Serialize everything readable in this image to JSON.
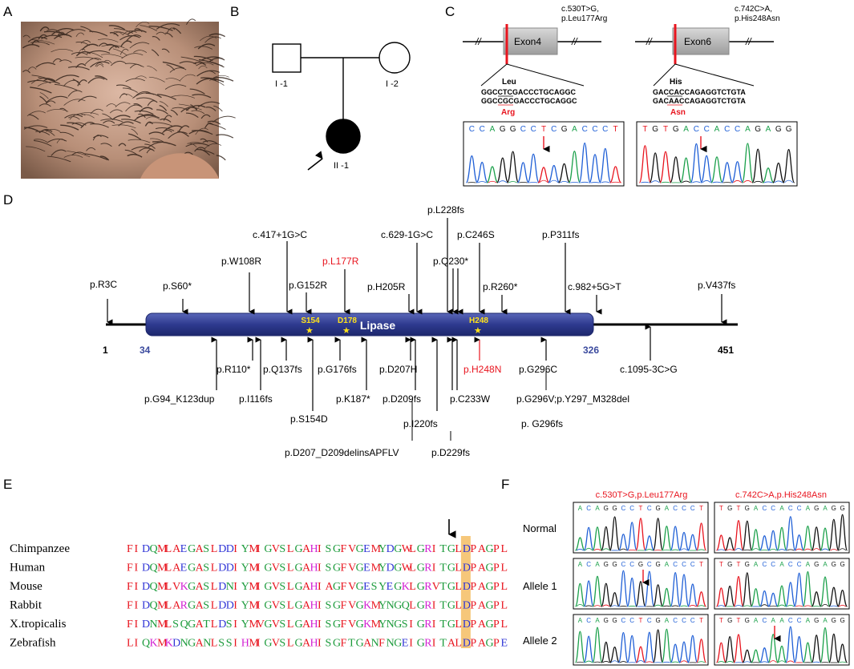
{
  "panels": {
    "A": {
      "label": "A"
    },
    "B": {
      "label": "B",
      "individuals": [
        {
          "id": "I -1",
          "sex": "male",
          "affected": false
        },
        {
          "id": "I -2",
          "sex": "female",
          "affected": false
        },
        {
          "id": "II -1",
          "sex": "female",
          "affected": true,
          "proband": true
        }
      ]
    },
    "C": {
      "label": "C",
      "variants": [
        {
          "exon": "Exon4",
          "annotation": [
            "c.530T>G,",
            "p.Leu177Arg"
          ],
          "wt_aa": "Leu",
          "mut_aa": "Arg",
          "wt_seq": "GGCCTCGACCCTGCAGGC",
          "mut_seq": "GGCCGCGACCCTGCAGGC",
          "trace_bases": "CCAGGCCTCGACCCT"
        },
        {
          "exon": "Exon6",
          "annotation": [
            "c.742C>A,",
            "p.His248Asn"
          ],
          "wt_aa": "His",
          "mut_aa": "Asn",
          "wt_seq": "GACCACCAGAGGTCTGTA",
          "mut_seq": "GACAACCAGAGGTCTGTA",
          "trace_bases": "TGTGACCACCAGAGG"
        }
      ]
    },
    "D": {
      "label": "D",
      "protein": {
        "domain": "Lipase",
        "start": "1",
        "domain_start": "34",
        "domain_end": "326",
        "end": "451",
        "active_sites": [
          "S154",
          "D178",
          "H248"
        ]
      },
      "above": [
        {
          "label": "p.R3C",
          "pos": 3,
          "highlight": false,
          "stem": "short"
        },
        {
          "label": "p.S60*",
          "pos": 60,
          "highlight": false,
          "stem": "short"
        },
        {
          "label": "p.W108R",
          "pos": 108,
          "highlight": false,
          "stem": "mid"
        },
        {
          "label": "c.417+1G>C",
          "pos": 139,
          "highlight": false,
          "stem": "long"
        },
        {
          "label": "p.G152R",
          "pos": 152,
          "highlight": false,
          "stem": "short"
        },
        {
          "label": "p.L177R",
          "pos": 177,
          "highlight": true,
          "stem": "mid"
        },
        {
          "label": "p.H205R",
          "pos": 203,
          "highlight": false,
          "stem": "short"
        },
        {
          "label": "c.629-1G>C",
          "pos": 210,
          "highlight": false,
          "stem": "long"
        },
        {
          "label": "p.L228fs",
          "pos": 228,
          "highlight": false,
          "stem": "xlong"
        },
        {
          "label": "p.Q230*",
          "pos": 232,
          "highlight": false,
          "stem": "mid"
        },
        {
          "label": "p.C246S",
          "pos": 246,
          "highlight": false,
          "stem": "long"
        },
        {
          "label": "p.R260*",
          "pos": 260,
          "highlight": false,
          "stem": "short"
        },
        {
          "label": "p.P311fs",
          "pos": 311,
          "highlight": false,
          "stem": "long"
        },
        {
          "label": "c.982+5G>T",
          "pos": 328,
          "highlight": false,
          "stem": "short"
        },
        {
          "label": "p.V437fs",
          "pos": 437,
          "highlight": false,
          "stem": "short"
        }
      ],
      "below": [
        {
          "label": "p.G94_K123dup"
        },
        {
          "label": "p.R110*"
        },
        {
          "label": "p.I116fs"
        },
        {
          "label": "p.Q137fs"
        },
        {
          "label": "p.S154D"
        },
        {
          "label": "p.G176fs"
        },
        {
          "label": "p.K187*"
        },
        {
          "label": "p.D207H"
        },
        {
          "label": "p.D209fs"
        },
        {
          "label": "p.D207_D209delinsAPFLV"
        },
        {
          "label": "p.I220fs"
        },
        {
          "label": "p.D229fs"
        },
        {
          "label": "p.C233W"
        },
        {
          "label": "p.H248N",
          "highlight": true
        },
        {
          "label": "p.G296C"
        },
        {
          "label": "p.G296V;p.Y297_M328del"
        },
        {
          "label": "p. G296fs"
        },
        {
          "label": "c.1095-3C>G"
        }
      ]
    },
    "E": {
      "label": "E",
      "alignment": [
        {
          "species": "Chimpanzee",
          "seq": "FIDQMLAEGASLDDIYMIGVSLGAHISGFVGEMYDGWLGRITGLDPAGPL"
        },
        {
          "species": "Human",
          "seq": "FIDQMLAEGASLDDIYMIGVSLGAHISGFVGEMYDGWLGRITGLDPAGPL"
        },
        {
          "species": "Mouse",
          "seq": "FIDQMLVKGASLDNIYMIGVSLGAHIAGFVGESYEGKLGRVTGLDPAGPL"
        },
        {
          "species": "Rabbit",
          "seq": "FIDQMLARGASLDDIYMIGVSLGAHISGFVGKMYNGQLGRITGLDPAGPL"
        },
        {
          "species": "X.tropicalis",
          "seq": "FIDNMLSQGATLDSIYMVGVSLGAHISGFVGKMYNGSIGRITGLDPAGPL"
        },
        {
          "species": "Zebrafish",
          "seq": "LIQKMKDNGANLSSIHMIGVSLGAHISGFTGANFNGEIGRITALDPAGPE"
        }
      ],
      "highlight_col": 44,
      "highlight_color": "#f5c16c"
    },
    "F": {
      "label": "F",
      "columns": [
        "c.530T>G,p.Leu177Arg",
        "c.742C>A,p.His248Asn"
      ],
      "rows": [
        {
          "label": "Normal",
          "seqs": [
            "ACAGGCCTCGACCCT",
            "TGTGACCACCAGAGG"
          ]
        },
        {
          "label": "Allele 1",
          "seqs": [
            "ACAGGCCGCGACCCT",
            "TGTGACCACCAGAGG"
          ]
        },
        {
          "label": "Allele 2",
          "seqs": [
            "ACAGGCCTCGACCCT",
            "TGTGACAACCAGAGG"
          ]
        }
      ]
    }
  },
  "colors": {
    "red": "#e8141e",
    "domain": "#2e3a8f",
    "star": "#ffe21a",
    "blue_num": "#3b4a9e"
  }
}
